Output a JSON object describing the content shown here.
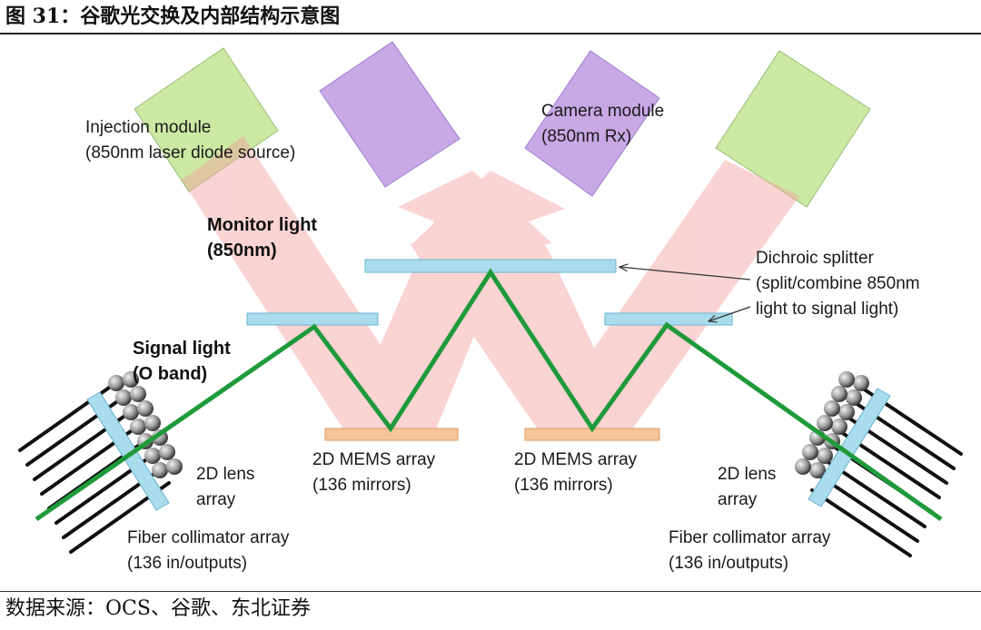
{
  "figure": {
    "title": "图 31：谷歌光交换及内部结构示意图",
    "source": "数据来源：OCS、谷歌、东北证券"
  },
  "labels": {
    "injection_line1": "Injection module",
    "injection_line2": "(850nm laser diode source)",
    "camera_line1": "Camera module",
    "camera_line2": "(850nm Rx)",
    "monitor_line1": "Monitor light",
    "monitor_line2": "(850nm)",
    "signal_line1": "Signal light",
    "signal_line2": "(O band)",
    "dichroic_line1": "Dichroic splitter",
    "dichroic_line2": "(split/combine 850nm",
    "dichroic_line3": "light to signal light)",
    "mems_left_line1": "2D MEMS array",
    "mems_left_line2": "(136 mirrors)",
    "mems_right_line1": "2D MEMS array",
    "mems_right_line2": "(136 mirrors)",
    "lens_left_line1": "2D lens",
    "lens_left_line2": "array",
    "lens_right_line1": "2D lens",
    "lens_right_line2": "array",
    "fiber_left_line1": "Fiber collimator array",
    "fiber_left_line2": "(136 in/outputs)",
    "fiber_right_line1": "Fiber collimator array",
    "fiber_right_line2": "(136 in/outputs)"
  },
  "colors": {
    "module": "#c6e79a",
    "camera": "#c9a8e6",
    "beam": "#f4a0a0",
    "splitter": "#a9dcec",
    "mems": "#f6c59a",
    "signal": "#1f9a3a",
    "lens": "#a9dcec"
  }
}
